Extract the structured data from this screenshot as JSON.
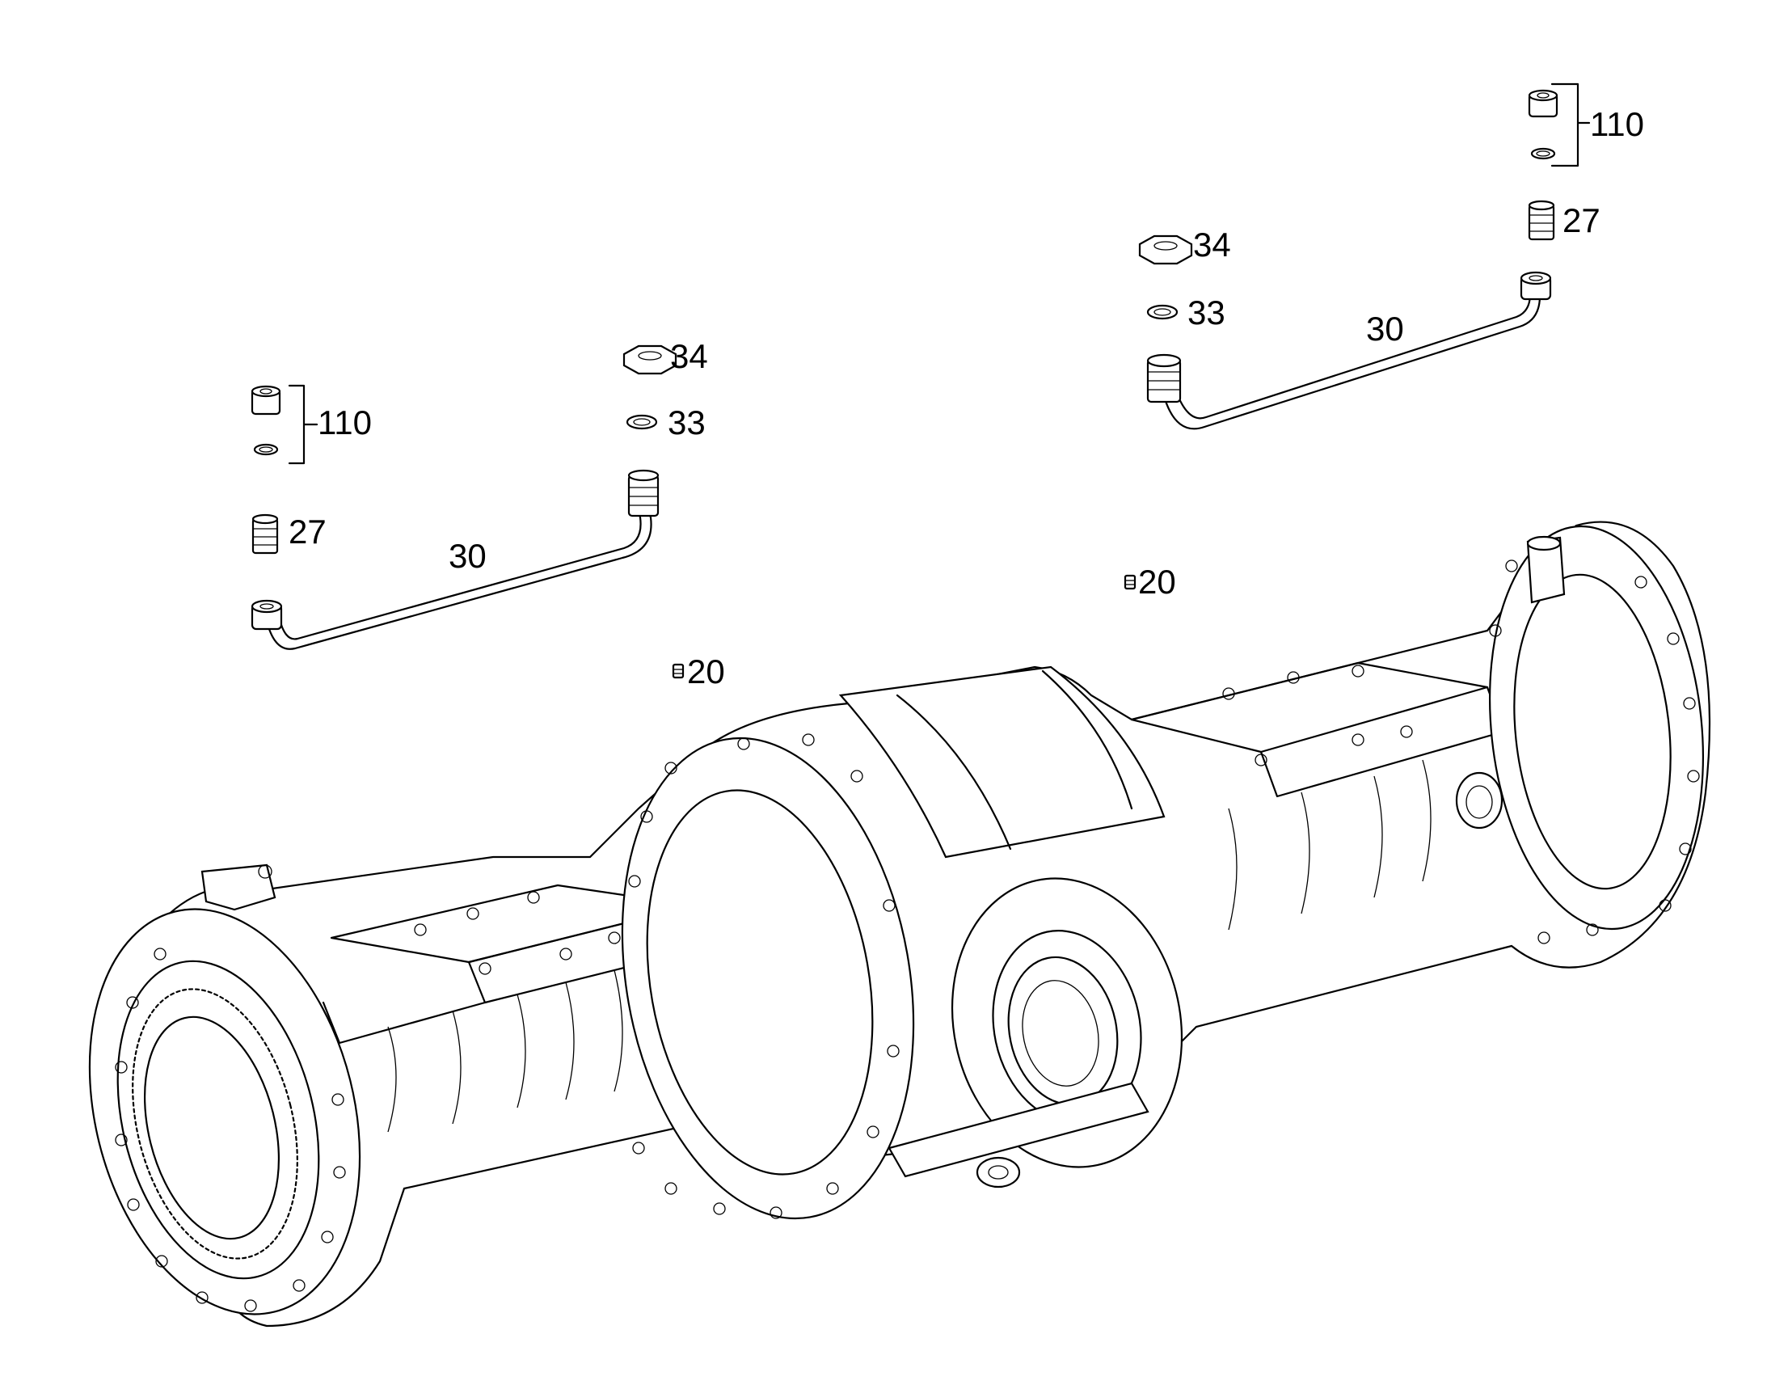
{
  "callouts": {
    "left_110": "110",
    "left_27": "27",
    "left_30": "30",
    "left_34": "34",
    "left_33": "33",
    "left_20": "20",
    "right_34": "34",
    "right_33": "33",
    "right_30": "30",
    "right_110": "110",
    "right_27": "27",
    "right_20": "20"
  },
  "parts": {
    "axle_housing": "axle-housing",
    "brake_pipe": "brake-pipe",
    "screw_plug": "screw-plug",
    "connector": "connector",
    "o_ring": "o-ring",
    "hex_nut": "hex-nut",
    "bleeder_valve": "bleeder-valve"
  }
}
